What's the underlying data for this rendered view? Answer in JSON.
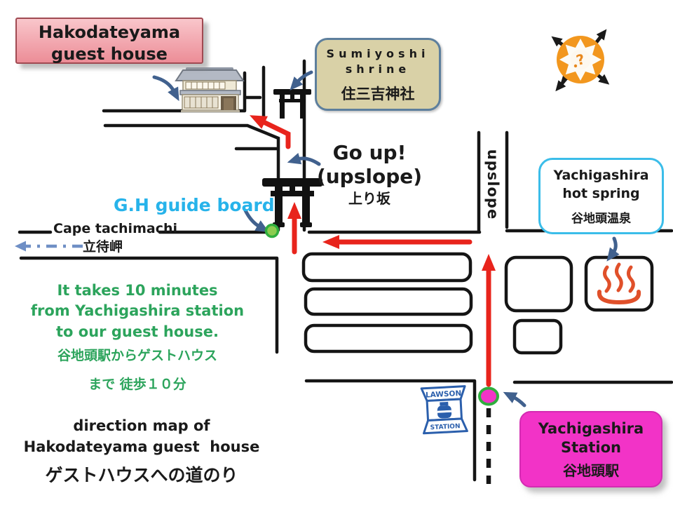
{
  "title_box": {
    "line1": "Hakodateyama",
    "line2": "guest house"
  },
  "shrine_box": {
    "line1": "Sumiyoshi",
    "line2": "shrine",
    "line3": "住三吉神社"
  },
  "go_up": {
    "line1": "Go up!",
    "line2": "(upslope)",
    "line3": "上り坂"
  },
  "guide_board_label": "G.H guide board",
  "cape": {
    "en": "Cape tachimachi",
    "jp": "立待岬"
  },
  "upslope_road_label": "upslope",
  "hot_spring_box": {
    "line1": "Yachigashira",
    "line2": "hot spring",
    "line3": "谷地頭温泉"
  },
  "station_box": {
    "line1": "Yachigashira",
    "line2": "Station",
    "line3": "谷地頭駅"
  },
  "travel_note": {
    "line1": "It takes 10 minutes",
    "line2": "from Yachigashira station",
    "line3": "to our guest house.",
    "line4": "谷地頭駅からゲストハウス",
    "line5": "まで 徒歩１０分"
  },
  "caption": {
    "line1": "direction map of",
    "line2": "Hakodateyama guest  house",
    "line3": "ゲストハウスへの道のり"
  },
  "lawson_sign": {
    "line1": "LAWSON",
    "line2": "STATION"
  },
  "icons": {
    "compass": "compass-rose-icon",
    "hot_spring": "♨",
    "torii": "⛩",
    "guest_house": "guest-house-illustration"
  },
  "colors": {
    "route_red": "#e8241c",
    "arrow_blue": "#41618e",
    "cape_arrow_blue": "#6f8fc5",
    "cyan_text": "#27b3ea",
    "green_text": "#2ca45c",
    "pink_box": "#ec8d97",
    "magenta_box": "#f233c7",
    "shrine_box_bg": "#d9d1a7",
    "hot_spring_border": "#3bbde9",
    "lawson_blue": "#2b5fac",
    "onsen_red": "#e0502a",
    "compass_orange": "#f2971e",
    "marker_green": "#2fae3e",
    "road_black": "#151515"
  }
}
